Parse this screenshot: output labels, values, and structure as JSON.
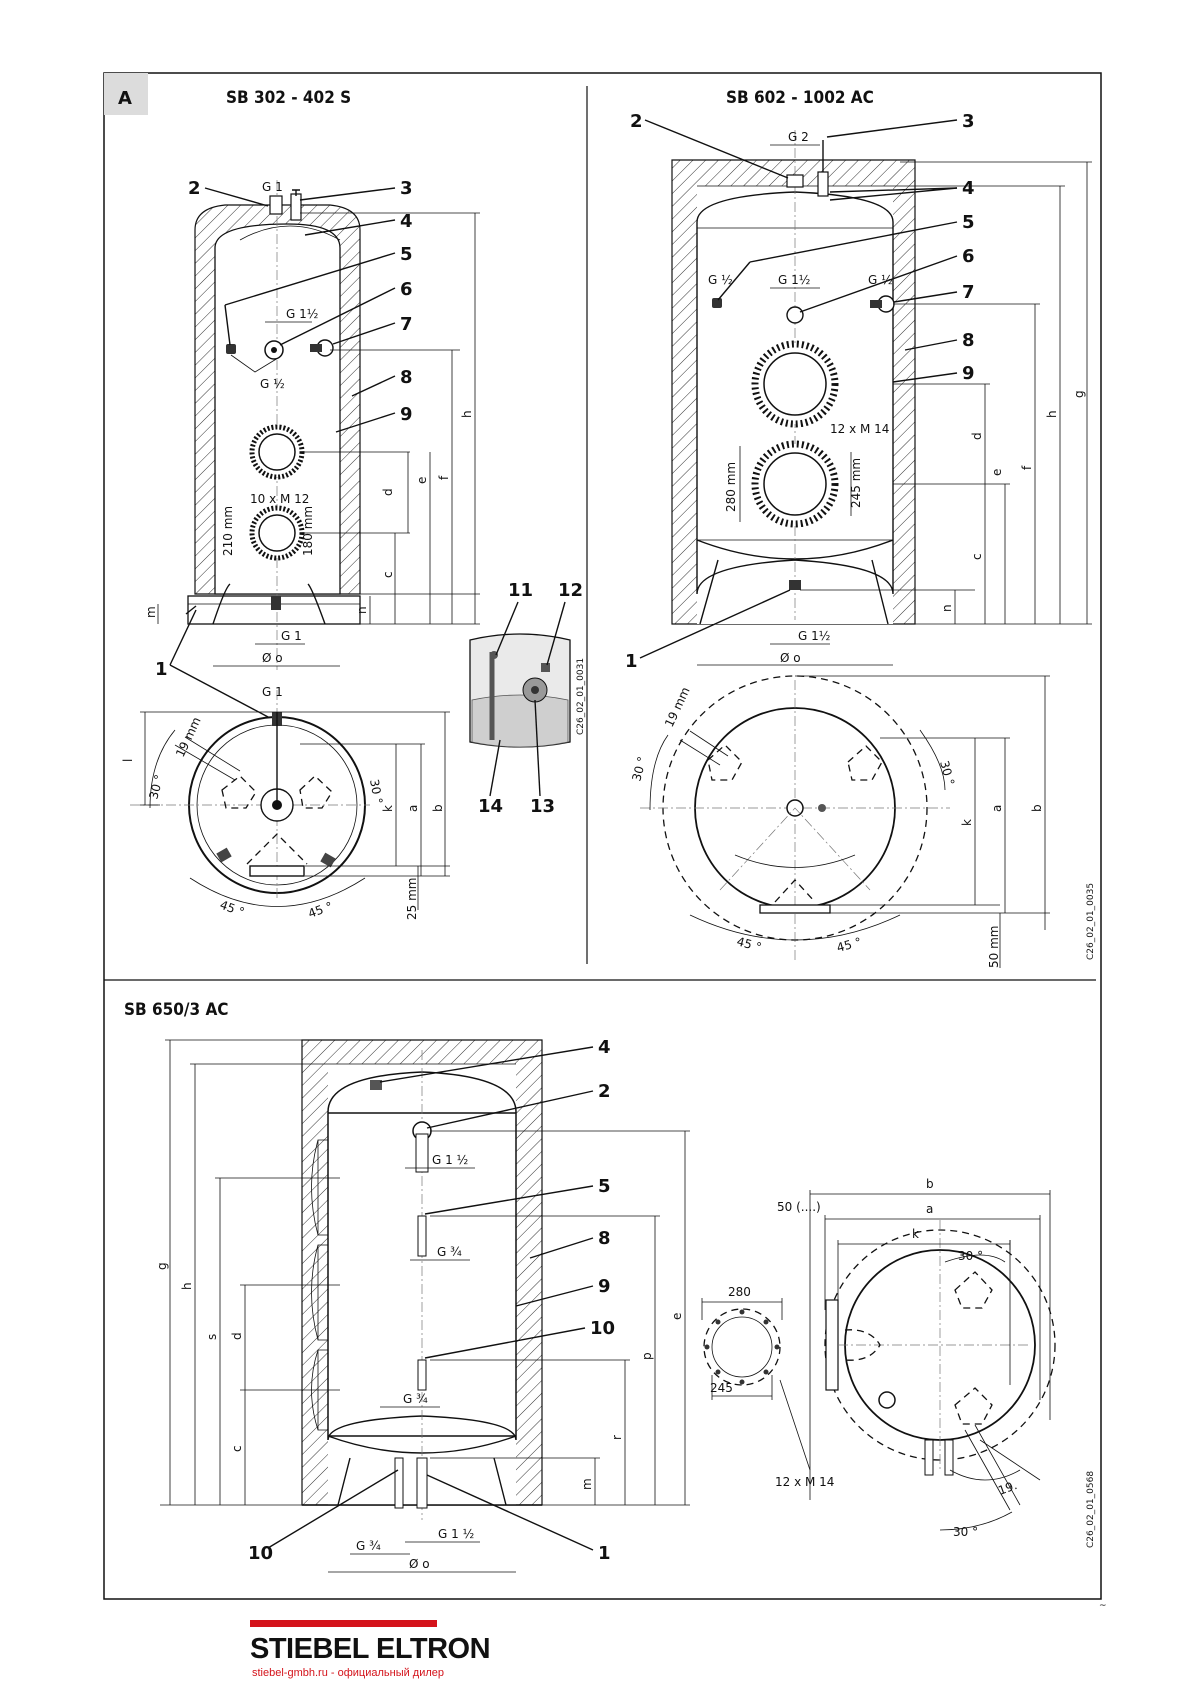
{
  "sheet": {
    "figure_letter": "A",
    "footer_mark": "~"
  },
  "panel_a": {
    "title": "SB 302 - 402 S",
    "callouts": [
      "1",
      "2",
      "3",
      "4",
      "5",
      "6",
      "7",
      "8",
      "9"
    ],
    "dims": {
      "g1": "G 1",
      "g1_half": "G 1½",
      "g_half": "G ½",
      "g1_bottom": "G 1",
      "g1_plan": "G 1",
      "diam_o": "Ø o",
      "flange": "10 x M 12",
      "d210": "210 mm",
      "d180": "180 mm",
      "mm25": "25 mm",
      "deg30a": "30 °",
      "deg30b": "30 °",
      "mm19": "19 mm",
      "deg45a": "45 °",
      "deg45b": "45 °",
      "letters": [
        "h",
        "f",
        "e",
        "d",
        "c",
        "n",
        "m",
        "l",
        "k",
        "a",
        "b"
      ]
    }
  },
  "panel_b": {
    "title": "SB 602 - 1002 AC",
    "callouts": [
      "1",
      "2",
      "3",
      "4",
      "5",
      "6",
      "7",
      "8",
      "9"
    ],
    "dims": {
      "g2": "G 2",
      "g_half_l": "G ½",
      "g1_half": "G 1½",
      "g_half_r": "G ½",
      "g1_half_bottom": "G 1½",
      "diam_o": "Ø o",
      "flange": "12 x M 14",
      "d280": "280 mm",
      "d245": "245 mm",
      "mm50": "50 mm",
      "mm19": "19 mm",
      "deg30a": "30 °",
      "deg30b": "30 °",
      "deg45a": "45 °",
      "deg45b": "45 °",
      "letters": [
        "g",
        "h",
        "f",
        "e",
        "d",
        "c",
        "n",
        "k",
        "a",
        "b"
      ]
    },
    "drawing_code": "C26_02_01_0035"
  },
  "inset": {
    "callouts": [
      "11",
      "12",
      "13",
      "14"
    ],
    "drawing_code": "C26_02_01_0031"
  },
  "panel_c": {
    "title": "SB 650/3 AC",
    "callouts": [
      "4",
      "2",
      "5",
      "8",
      "9",
      "10",
      "1",
      "10"
    ],
    "dims": {
      "g1_half": "G 1 ½",
      "g34a": "G ¾",
      "g34b": "G ¾",
      "g34_bottom": "G ¾",
      "g1_half_bottom": "G 1 ½",
      "diam_o": "Ø o",
      "w280": "280",
      "w245": "245",
      "flange": "12 x M 14",
      "mm50": "50 (....)",
      "deg30a": "30 °",
      "deg30b": "30 °",
      "mm19": "19.",
      "letters": [
        "g",
        "h",
        "s",
        "d",
        "c",
        "e",
        "p",
        "r",
        "m",
        "b",
        "a",
        "k"
      ]
    },
    "drawing_code": "C26_02_01_0568"
  },
  "logo": {
    "brand": "STIEBEL ELTRON",
    "subtitle": "stiebel-gmbh.ru - официальный дилер"
  }
}
